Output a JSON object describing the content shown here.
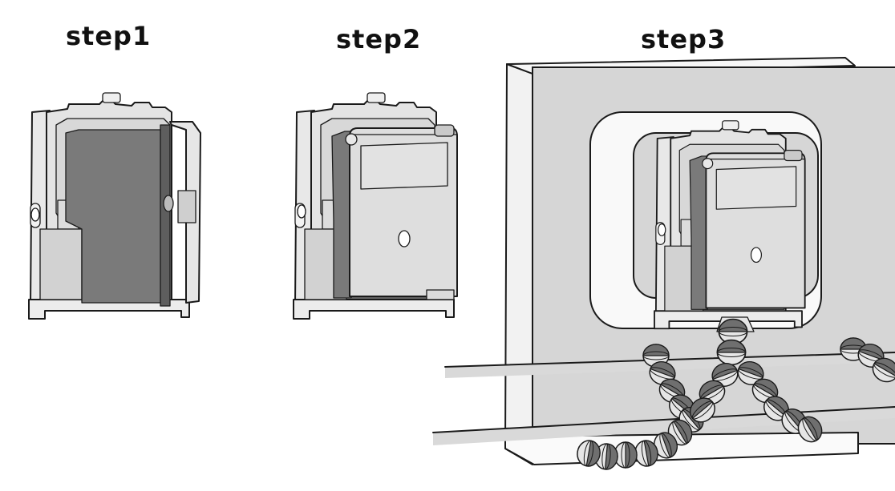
{
  "steps": [
    {
      "label": "step1",
      "title": "step1"
    },
    {
      "label": "step2",
      "title": "step2"
    },
    {
      "label": "step3",
      "title": "step3"
    }
  ],
  "colors": {
    "outline": "#1a1a1a",
    "device_light": "#e4e4e4",
    "device_mid": "#c9c9c9",
    "device_dark": "#7a7a7a",
    "cover": "#dedede",
    "window_panel": "#d6d6d6",
    "rail": "#d9d9d9",
    "tripod_light": "#e6e6e6",
    "tripod_dark": "#6f6f6f"
  }
}
